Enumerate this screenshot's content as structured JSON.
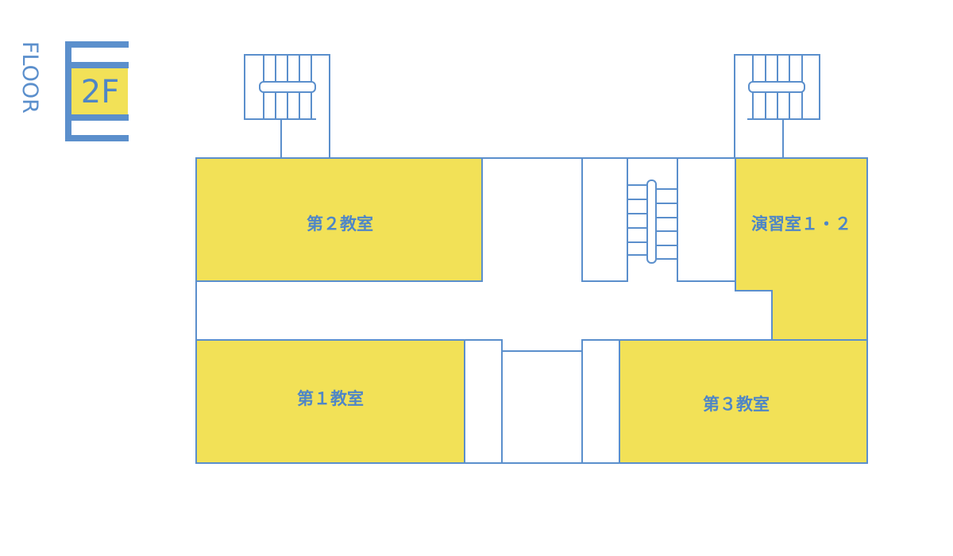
{
  "floor_badge": {
    "word": "FLOOR",
    "number": "2F"
  },
  "rooms": {
    "room2": "第２教室",
    "room1": "第１教室",
    "room3": "第３教室",
    "seminar": "演習室１・２"
  },
  "colors": {
    "line": "#5b8fcc",
    "room_fill": "#f2e157",
    "text": "#4f86c6"
  }
}
